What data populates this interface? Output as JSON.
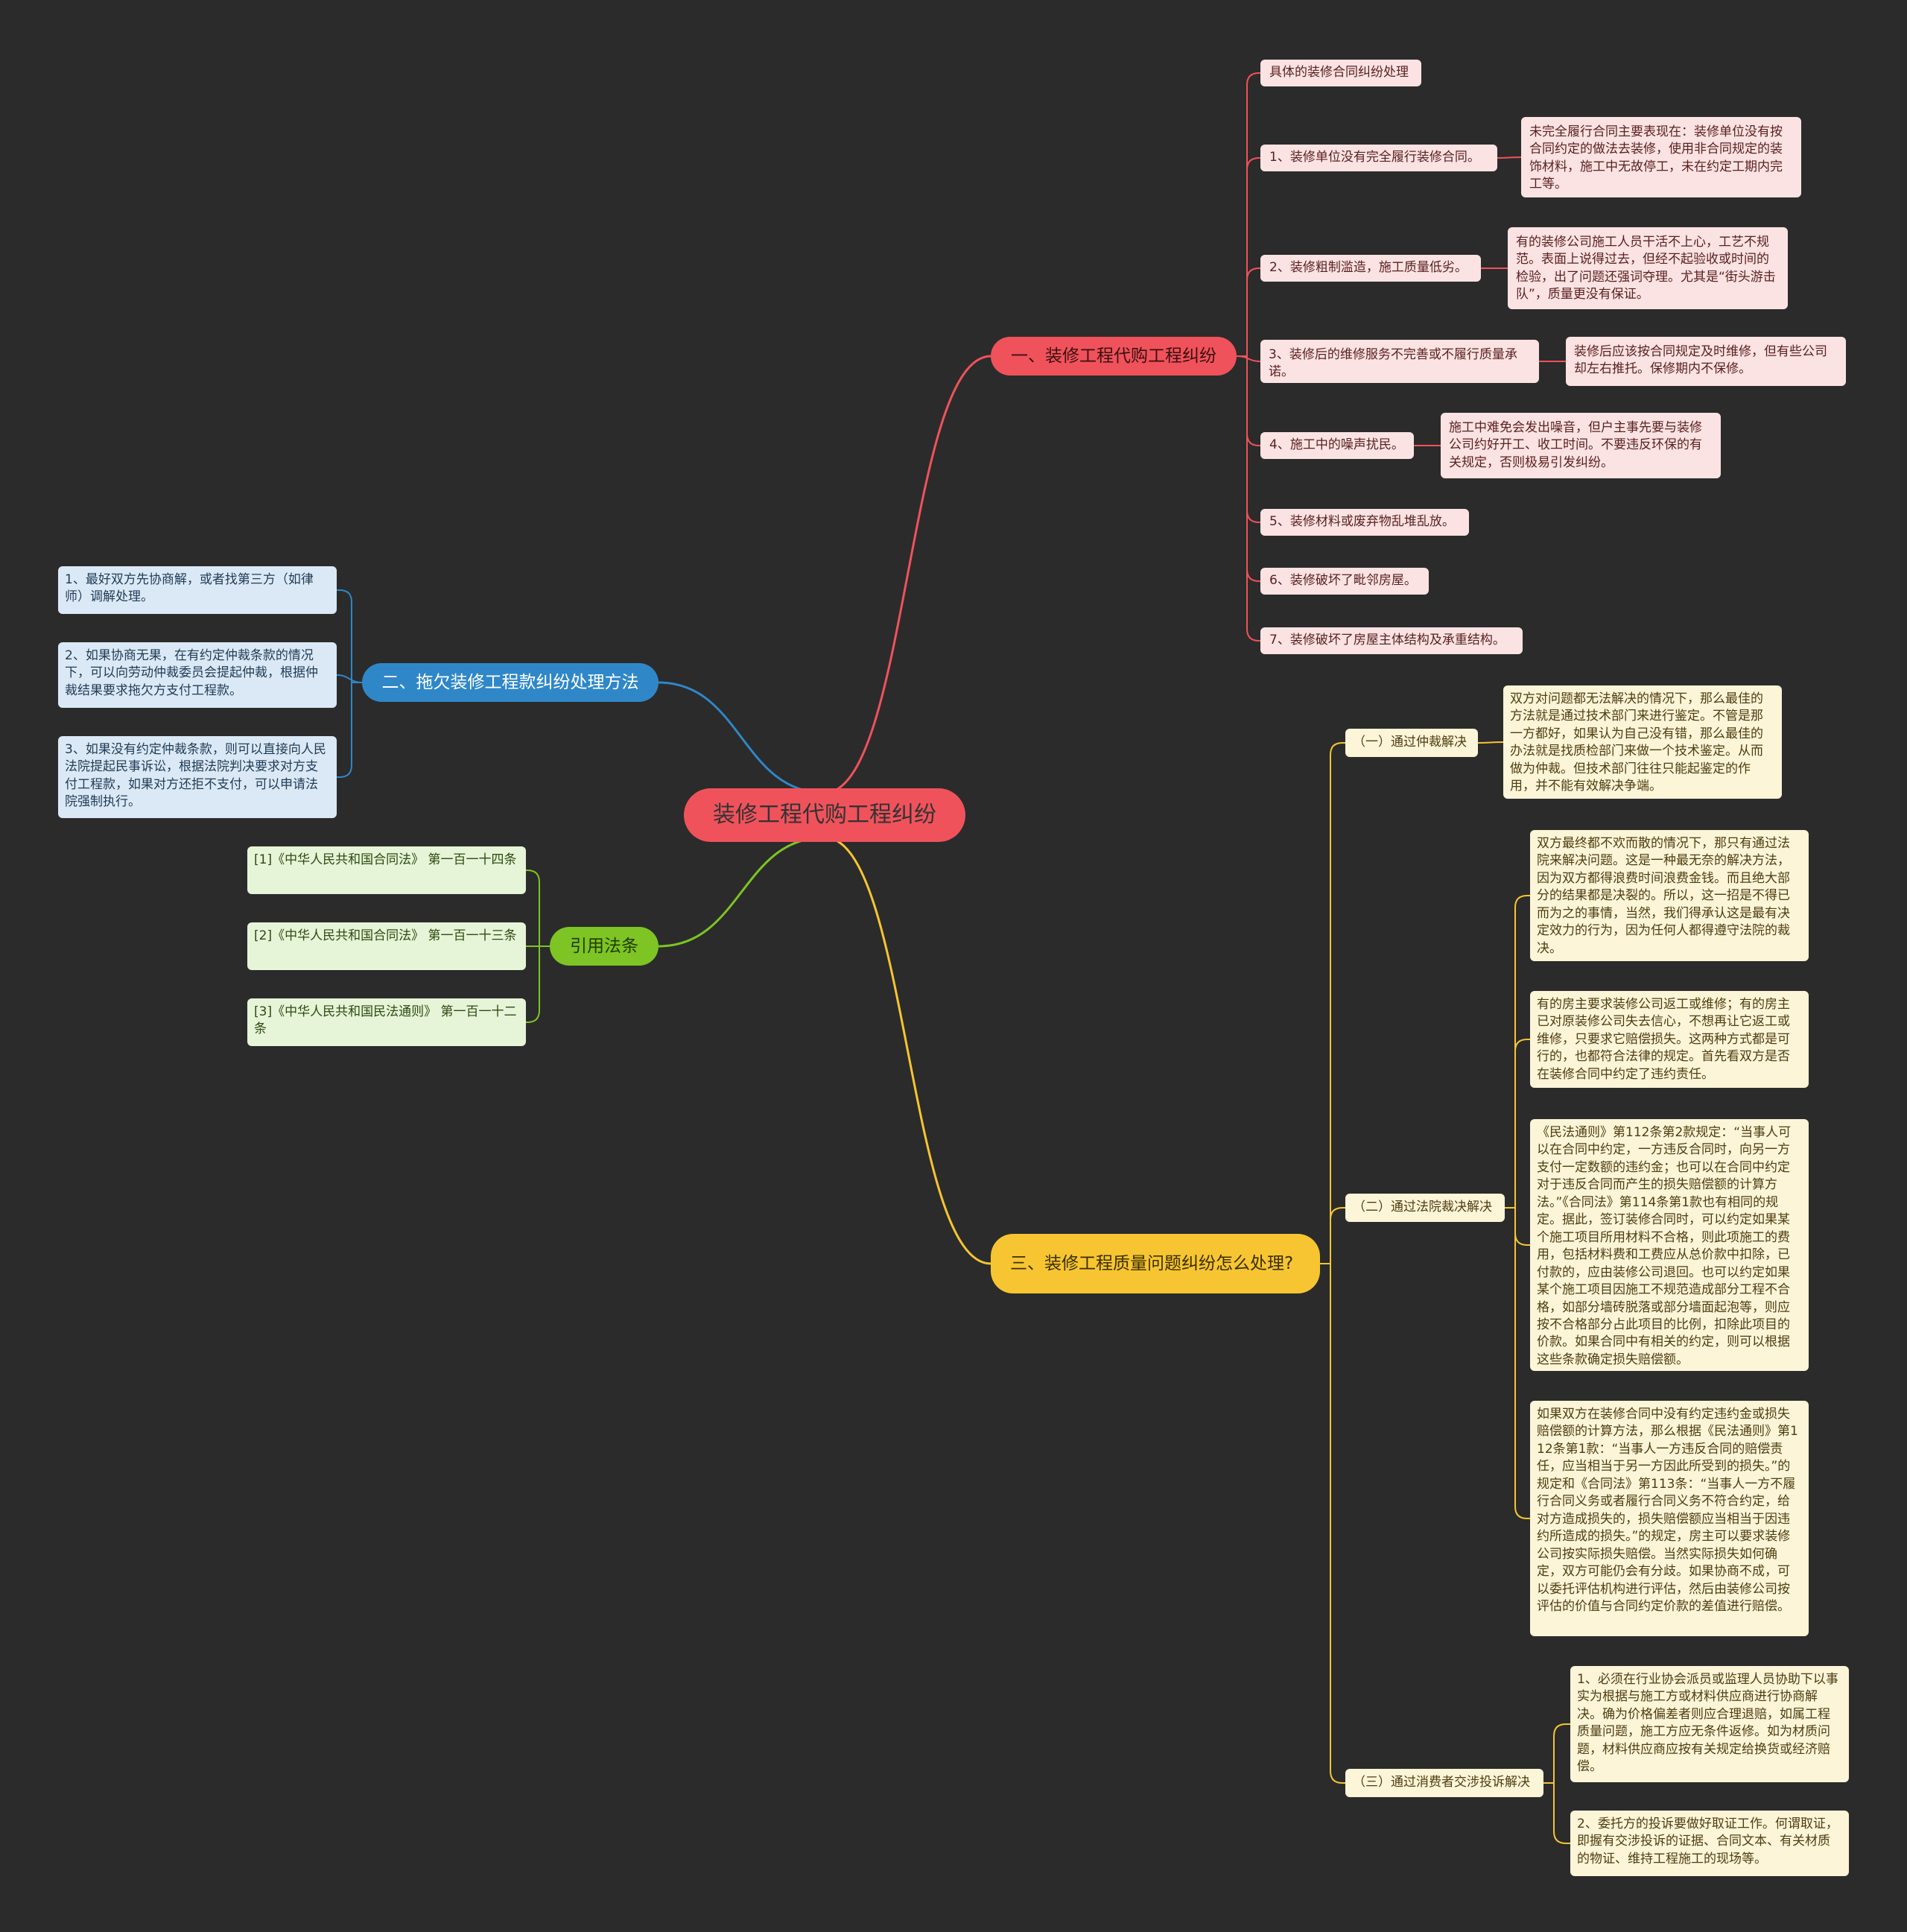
{
  "root": {
    "label": "装修工程代购工程纠纷"
  },
  "branch1": {
    "label": "一、装修工程代购工程纠纷",
    "items": [
      {
        "label": "具体的装修合同纠纷处理"
      },
      {
        "label": "1、装修单位没有完全履行装修合同。",
        "detail": "未完全履行合同主要表现在：装修单位没有按合同约定的做法去装修，使用非合同规定的装饰材料，施工中无故停工，未在约定工期内完工等。"
      },
      {
        "label": "2、装修粗制滥造，施工质量低劣。",
        "detail": "有的装修公司施工人员干活不上心，工艺不规范。表面上说得过去，但经不起验收或时间的检验，出了问题还强词夺理。尤其是“街头游击队”，质量更没有保证。"
      },
      {
        "label": "3、装修后的维修服务不完善或不履行质量承诺。",
        "detail": "装修后应该按合同规定及时维修，但有些公司却左右推托。保修期内不保修。"
      },
      {
        "label": "4、施工中的噪声扰民。",
        "detail": "施工中难免会发出噪音，但户主事先要与装修公司约好开工、收工时间。不要违反环保的有关规定，否则极易引发纠纷。"
      },
      {
        "label": "5、装修材料或废弃物乱堆乱放。"
      },
      {
        "label": "6、装修破坏了毗邻房屋。"
      },
      {
        "label": "7、装修破坏了房屋主体结构及承重结构。"
      }
    ]
  },
  "branch2": {
    "label": "二、拖欠装修工程款纠纷处理方法",
    "items": [
      {
        "label": "1、最好双方先协商解，或者找第三方（如律师）调解处理。"
      },
      {
        "label": "2、如果协商无果，在有约定仲裁条款的情况下，可以向劳动仲裁委员会提起仲裁，根据仲裁结果要求拖欠方支付工程款。"
      },
      {
        "label": "3、如果没有约定仲裁条款，则可以直接向人民法院提起民事诉讼，根据法院判决要求对方支付工程款，如果对方还拒不支付，可以申请法院强制执行。"
      }
    ]
  },
  "branch3": {
    "label": "引用法条",
    "items": [
      {
        "label": "[1]《中华人民共和国合同法》 第一百一十四条"
      },
      {
        "label": "[2]《中华人民共和国合同法》 第一百一十三条"
      },
      {
        "label": "[3]《中华人民共和国民法通则》 第一百一十二条"
      }
    ]
  },
  "branch4": {
    "label": "三、装修工程质量问题纠纷怎么处理?",
    "subs": [
      {
        "label": "（一）通过仲裁解决",
        "details": [
          "双方对问题都无法解决的情况下，那么最佳的方法就是通过技术部门来进行鉴定。不管是那一方都好，如果认为自己没有错，那么最佳的办法就是找质检部门来做一个技术鉴定。从而做为仲裁。但技术部门往往只能起鉴定的作用，并不能有效解决争端。"
        ]
      },
      {
        "label": "（二）通过法院裁决解决",
        "details": [
          "双方最终都不欢而散的情况下，那只有通过法院来解决问题。这是一种最无奈的解决方法，因为双方都得浪费时间浪费金钱。而且绝大部分的结果都是决裂的。所以，这一招是不得已而为之的事情，当然，我们得承认这是最有决定效力的行为，因为任何人都得遵守法院的裁决。",
          "有的房主要求装修公司返工或维修；有的房主已对原装修公司失去信心，不想再让它返工或维修，只要求它赔偿损失。这两种方式都是可行的，也都符合法律的规定。首先看双方是否在装修合同中约定了违约责任。",
          "《民法通则》第112条第2款规定：“当事人可以在合同中约定，一方违反合同时，向另一方支付一定数额的违约金；也可以在合同中约定对于违反合同而产生的损失赔偿额的计算方法。”《合同法》第114条第1款也有相同的规定。据此，签订装修合同时，可以约定如果某个施工项目所用材料不合格，则此项施工的费用，包括材料费和工费应从总价款中扣除，已付款的，应由装修公司退回。也可以约定如果某个施工项目因施工不规范造成部分工程不合格，如部分墙砖脱落或部分墙面起泡等，则应按不合格部分占此项目的比例，扣除此项目的价款。如果合同中有相关的约定，则可以根据这些条款确定损失赔偿额。",
          "如果双方在装修合同中没有约定违约金或损失赔偿额的计算方法，那么根据《民法通则》第112条第1款：“当事人一方违反合同的赔偿责任，应当相当于另一方因此所受到的损失。”的规定和《合同法》第113条：“当事人一方不履行合同义务或者履行合同义务不符合约定，给对方造成损失的，损失赔偿额应当相当于因违约所造成的损失。”的规定，房主可以要求装修公司按实际损失赔偿。当然实际损失如何确定，双方可能仍会有分歧。如果协商不成，可以委托评估机构进行评估，然后由装修公司按评估的价值与合同约定价款的差值进行赔偿。"
        ]
      },
      {
        "label": "（三）通过消费者交涉投诉解决",
        "details": [
          "1、必须在行业协会派员或监理人员协助下以事实为根据与施工方或材料供应商进行协商解决。确为价格偏差者则应合理退赔，如属工程质量问题，施工方应无条件返修。如为材质问题，材料供应商应按有关规定给换货或经济赔偿。",
          "2、委托方的投诉要做好取证工作。何谓取证，即握有交涉投诉的证据、合同文本、有关材质的物证、维持工程施工的现场等。"
        ]
      }
    ]
  },
  "colors": {
    "background": "#2b2b2b",
    "red": "#f0525b",
    "blue": "#2f87c8",
    "green": "#7dc424",
    "yellow": "#f6c531"
  }
}
